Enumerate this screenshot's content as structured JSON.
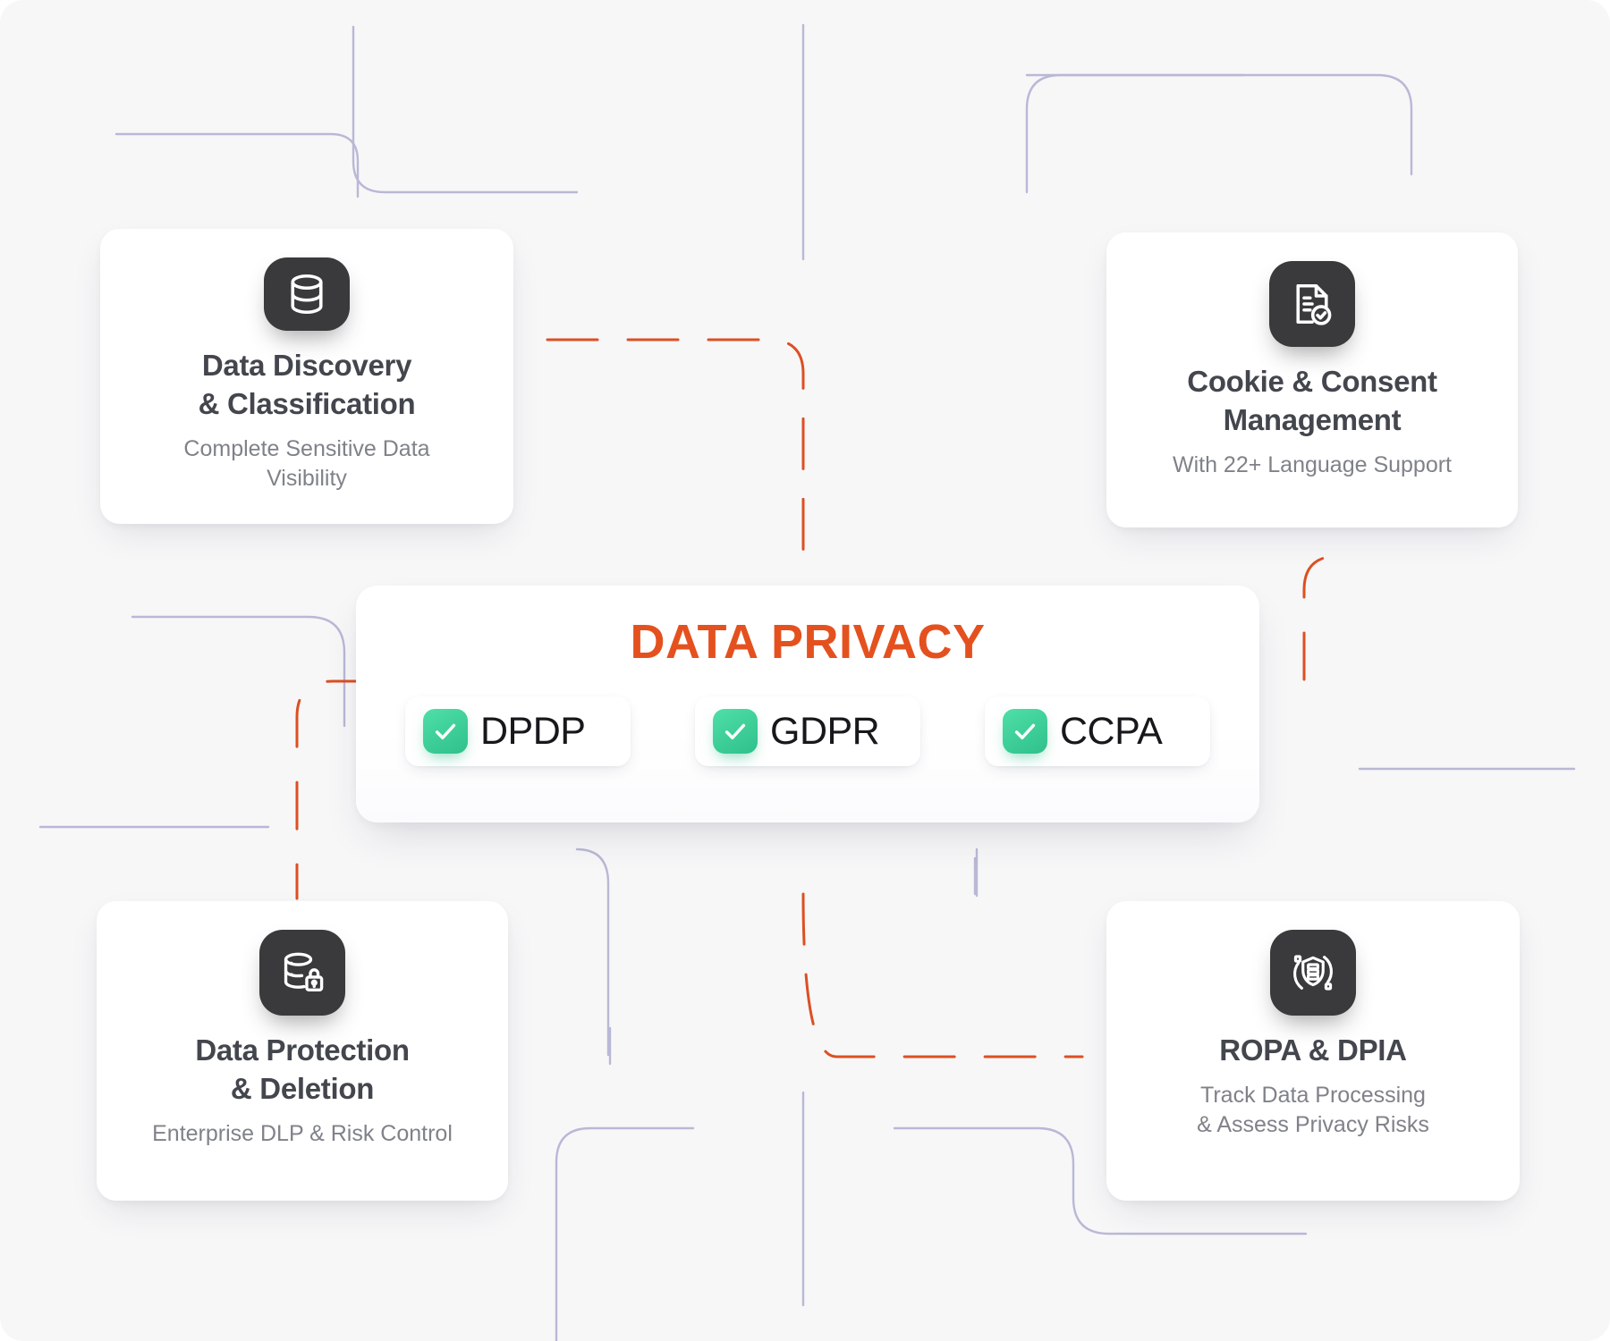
{
  "center": {
    "title": "DATA PRIVACY",
    "title_color": "#e4511f",
    "badges": [
      {
        "label": "DPDP",
        "icon": "check-icon",
        "checked": true
      },
      {
        "label": "GDPR",
        "icon": "check-icon",
        "checked": true
      },
      {
        "label": "CCPA",
        "icon": "check-icon",
        "checked": true
      }
    ],
    "badge_accent": "#2fc08c"
  },
  "cards": [
    {
      "position": "top-left",
      "icon": "database-icon",
      "title": "Data Discovery\n& Classification",
      "subtitle": "Complete Sensitive Data\nVisibility"
    },
    {
      "position": "top-right",
      "icon": "document-check-icon",
      "title": "Cookie & Consent\nManagement",
      "subtitle": "With 22+ Language Support"
    },
    {
      "position": "bottom-left",
      "icon": "database-lock-icon",
      "title": "Data Protection\n& Deletion",
      "subtitle": "Enterprise DLP & Risk Control"
    },
    {
      "position": "bottom-right",
      "icon": "shield-server-icon",
      "title": "ROPA & DPIA",
      "subtitle": "Track Data Processing\n& Assess Privacy Risks"
    }
  ],
  "theme": {
    "background": "#f7f7f8",
    "card_background": "#ffffff",
    "icon_tile": "#3a3a3c",
    "title_text": "#43464d",
    "subtitle_text": "#7f8289",
    "connector_purple": "#b9b8d6",
    "connector_orange": "#dd4f22"
  }
}
